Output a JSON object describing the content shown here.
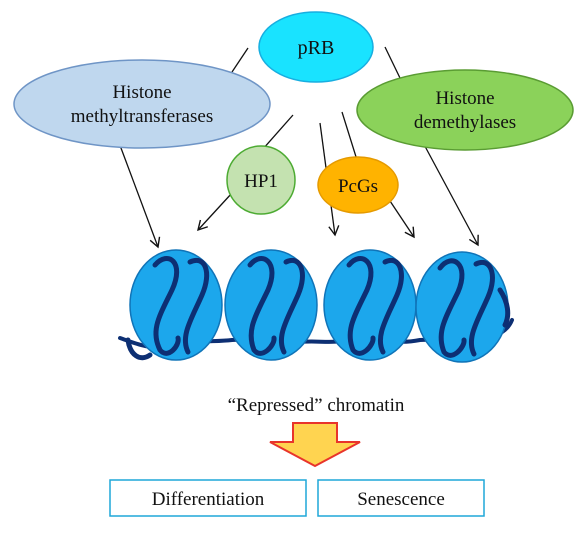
{
  "nodes": {
    "prb": "pRB",
    "histone_methyltransferases": [
      "Histone",
      "methyltransferases"
    ],
    "histone_demethylases": [
      "Histone",
      "demethylases"
    ],
    "hp1": "HP1",
    "pcgs": "PcGs"
  },
  "chromatin_label": "“Repressed” chromatin",
  "outcomes": {
    "differentiation": "Differentiation",
    "senescence": "Senescence"
  },
  "colors": {
    "prb_fill": "#19e3ff",
    "prb_stroke": "#18aee0",
    "methyltransferases_fill": "#bfd7ee",
    "methyltransferases_stroke": "#6f95c6",
    "demethylases_fill": "#8bd25a",
    "demethylases_stroke": "#5a9c33",
    "hp1_fill": "#c4e2b0",
    "hp1_stroke": "#4dab33",
    "pcgs_fill": "#ffb300",
    "pcgs_stroke": "#e59a00",
    "nucleosome_fill": "#1ca7ec",
    "nucleosome_stroke": "#1074b8",
    "dna_stroke": "#0d2f73",
    "arrow_fill": "#ffd450",
    "arrow_stroke": "#e8342b",
    "box_stroke": "#1fa7d8"
  }
}
